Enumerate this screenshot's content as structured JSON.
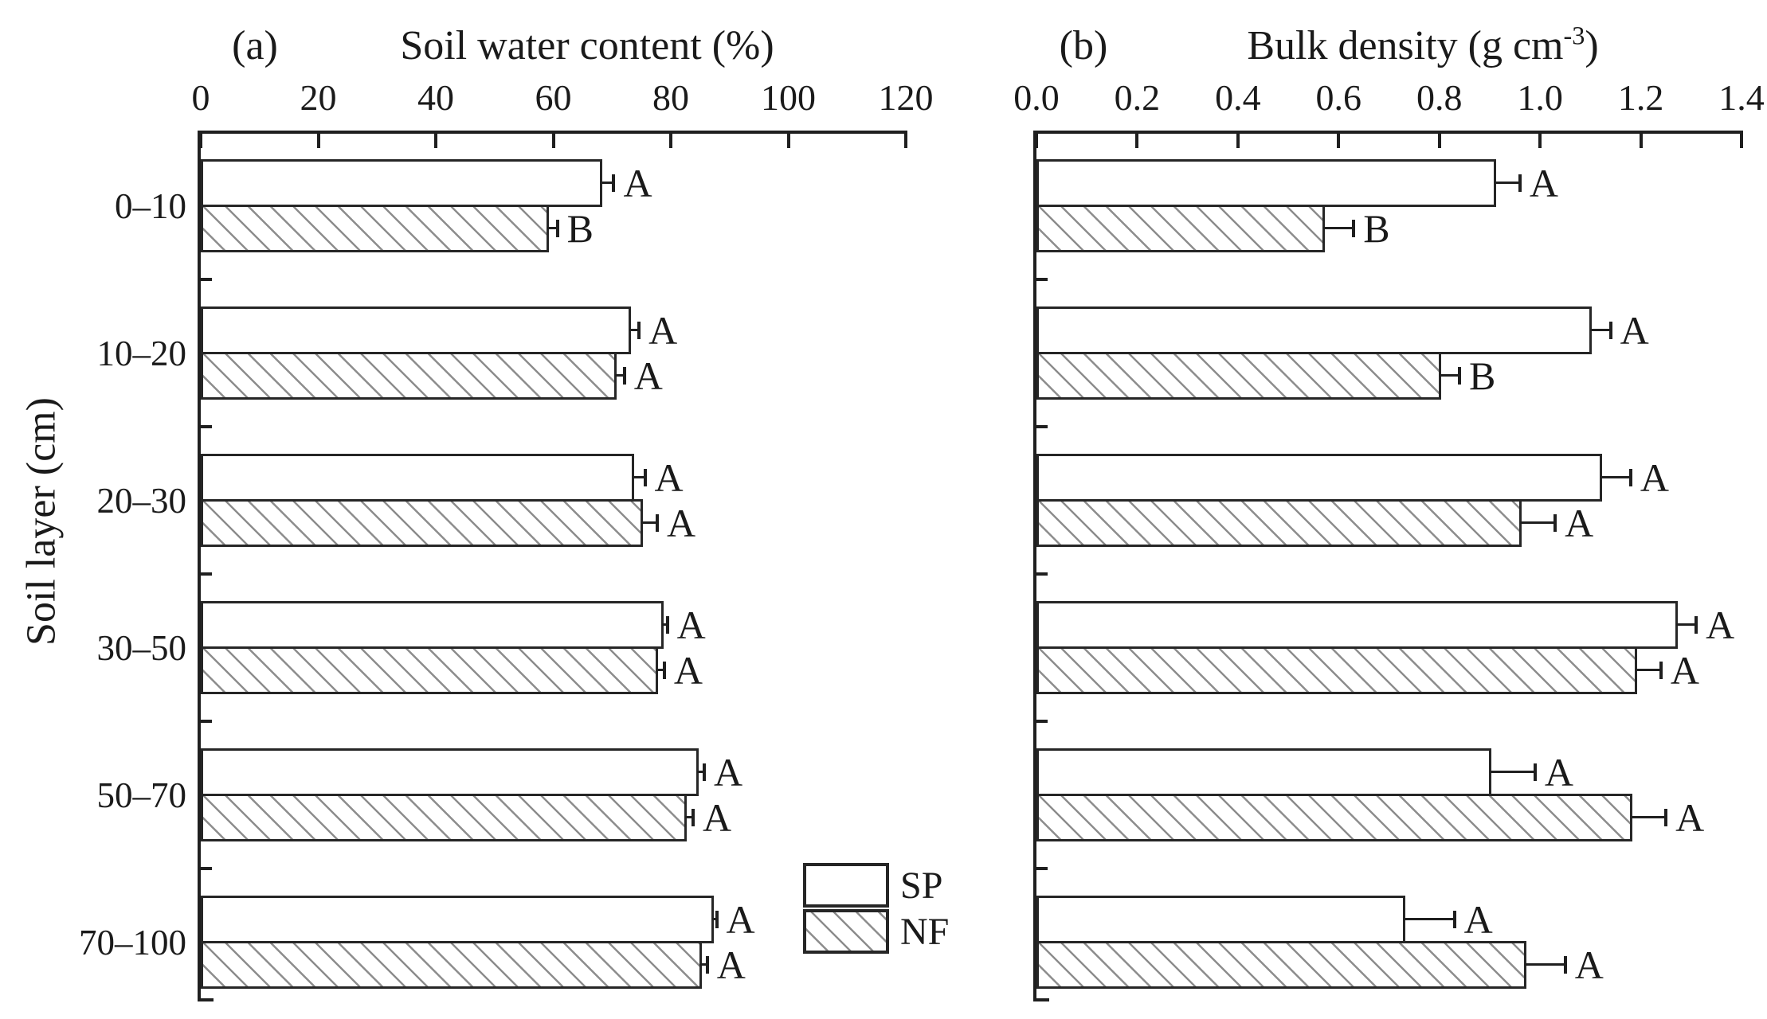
{
  "figure": {
    "ylabel": "Soil layer (cm)",
    "categories": [
      "0–10",
      "10–20",
      "20–30",
      "30–50",
      "50–70",
      "70–100"
    ],
    "legend": {
      "items": [
        {
          "label": "SP",
          "pattern": "plain"
        },
        {
          "label": "NF",
          "pattern": "hatch"
        }
      ]
    },
    "colors": {
      "ink": "#1f1f1f",
      "bar_border": "#262626",
      "bar_fill": "#ffffff",
      "hatch_line": "#8d8d8d",
      "background": "#ffffff"
    }
  },
  "chart_data": [
    {
      "type": "bar",
      "orientation": "horizontal",
      "panel_label": "(a)",
      "title": "Soil water content (%)",
      "xlabel_position": "top",
      "xlim": [
        0,
        120
      ],
      "xticks": [
        0,
        20,
        40,
        60,
        80,
        100,
        120
      ],
      "xtick_labels": [
        "0",
        "20",
        "40",
        "60",
        "80",
        "100",
        "120"
      ],
      "grid": false,
      "categories": [
        "0–10",
        "10–20",
        "20–30",
        "30–50",
        "50–70",
        "70–100"
      ],
      "series": [
        {
          "name": "SP",
          "pattern": "plain",
          "values": [
            68,
            73,
            73.5,
            78.5,
            84.5,
            87
          ],
          "errors": [
            2.3,
            1.6,
            2.1,
            0.9,
            1.2,
            0.8
          ],
          "letters": [
            "A",
            "A",
            "A",
            "A",
            "A",
            "A"
          ]
        },
        {
          "name": "NF",
          "pattern": "hatch",
          "values": [
            59,
            70.5,
            75,
            77.5,
            82.5,
            85
          ],
          "errors": [
            1.7,
            1.6,
            2.7,
            1.4,
            1.3,
            1.2
          ],
          "letters": [
            "B",
            "A",
            "A",
            "A",
            "A",
            "A"
          ]
        }
      ]
    },
    {
      "type": "bar",
      "orientation": "horizontal",
      "panel_label": "(b)",
      "title": "Bulk density (g cm-3)",
      "title_main": "Bulk density (g cm",
      "title_sup": "-3",
      "title_end": ")",
      "xlabel_position": "top",
      "xlim": [
        0,
        1.4
      ],
      "xticks": [
        0,
        0.2,
        0.4,
        0.6,
        0.8,
        1.0,
        1.2,
        1.4
      ],
      "xtick_labels": [
        "0.0",
        "0.2",
        "0.4",
        "0.6",
        "0.8",
        "1.0",
        "1.2",
        "1.4"
      ],
      "grid": false,
      "categories": [
        "0–10",
        "10–20",
        "20–30",
        "30–50",
        "50–70",
        "70–100"
      ],
      "series": [
        {
          "name": "SP",
          "pattern": "plain",
          "values": [
            0.91,
            1.1,
            1.12,
            1.27,
            0.9,
            0.73
          ],
          "errors": [
            0.05,
            0.04,
            0.06,
            0.04,
            0.09,
            0.1
          ],
          "letters": [
            "A",
            "A",
            "A",
            "A",
            "A",
            "A"
          ]
        },
        {
          "name": "NF",
          "pattern": "hatch",
          "values": [
            0.57,
            0.8,
            0.96,
            1.19,
            1.18,
            0.97
          ],
          "errors": [
            0.06,
            0.04,
            0.07,
            0.05,
            0.07,
            0.08
          ],
          "letters": [
            "B",
            "B",
            "A",
            "A",
            "A",
            "A"
          ]
        }
      ]
    }
  ]
}
